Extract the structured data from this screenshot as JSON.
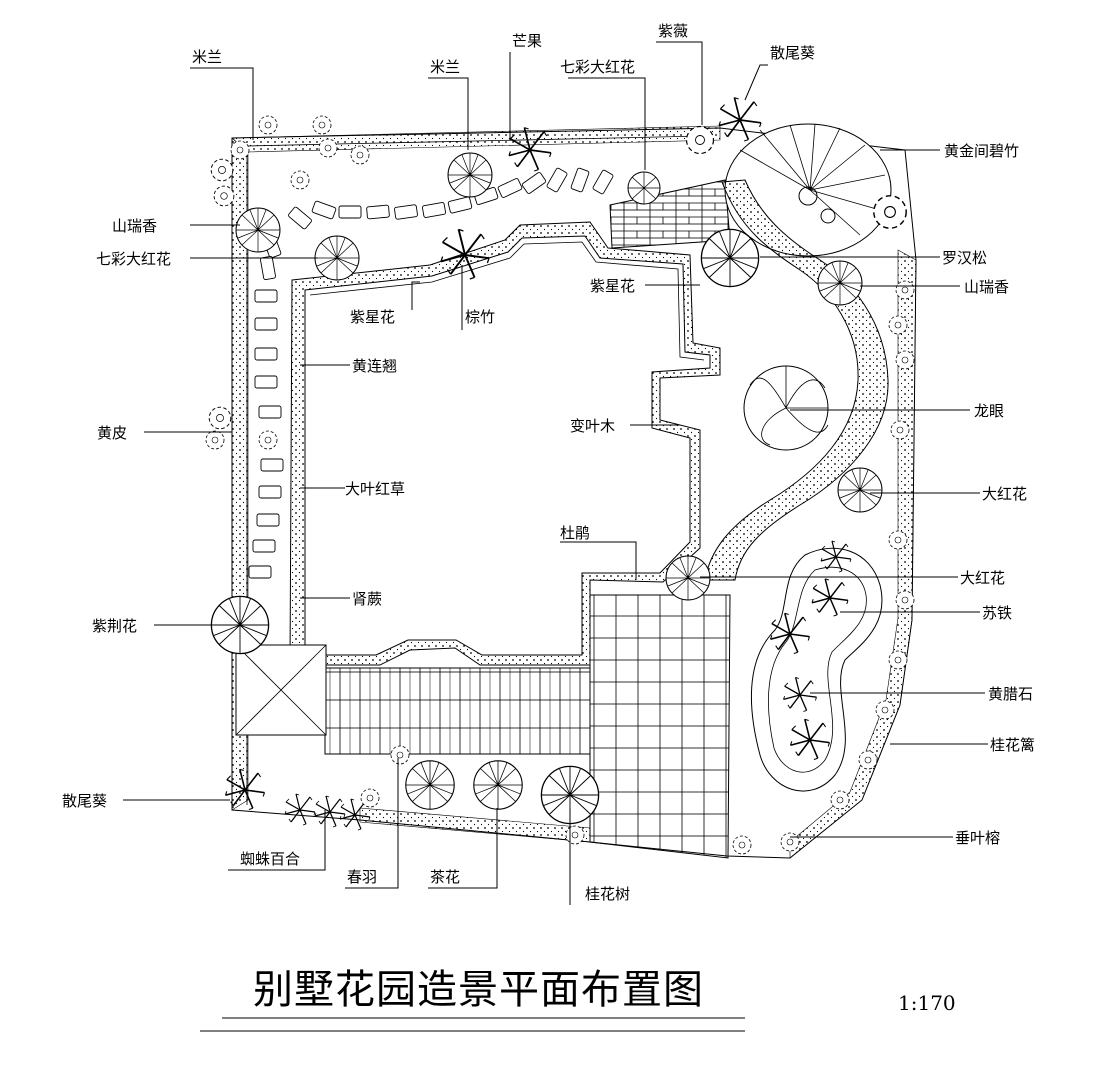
{
  "title": "别墅花园造景平面布置图",
  "scale": "1:170",
  "labels": {
    "milan_1": "米兰",
    "milan_2": "米兰",
    "mango": "芒果",
    "crape_myrtle": "紫薇",
    "qicai_1": "七彩大红花",
    "qicai_2": "七彩大红花",
    "sanweikui_1": "散尾葵",
    "sanweikui_2": "散尾葵",
    "golden_bamboo": "黄金间碧竹",
    "shanruixiang_1": "山瑞香",
    "shanruixiang_2": "山瑞香",
    "luohansong": "罗汉松",
    "zixinghua_1": "紫星花",
    "zixinghua_2": "紫星花",
    "zongzhu": "棕竹",
    "huanglianqiao": "黄连翘",
    "huangpi": "黄皮",
    "bianyemu": "变叶木",
    "longyan": "龙眼",
    "dayehongcao": "大叶红草",
    "dahonghua_1": "大红花",
    "dahonghua_2": "大红花",
    "dujuan": "杜鹃",
    "shenjue": "肾蕨",
    "sutie": "苏铁",
    "zijinghua": "紫荆花",
    "huanglashi": "黄腊石",
    "guihualong": "桂花篱",
    "zhizhubaihe": "蜘蛛百合",
    "chunyu": "春羽",
    "chahua": "茶花",
    "guihuashu": "桂花树",
    "chuiyerong": "垂叶榕"
  },
  "colors": {
    "ink": "#000000",
    "paper": "#ffffff"
  }
}
